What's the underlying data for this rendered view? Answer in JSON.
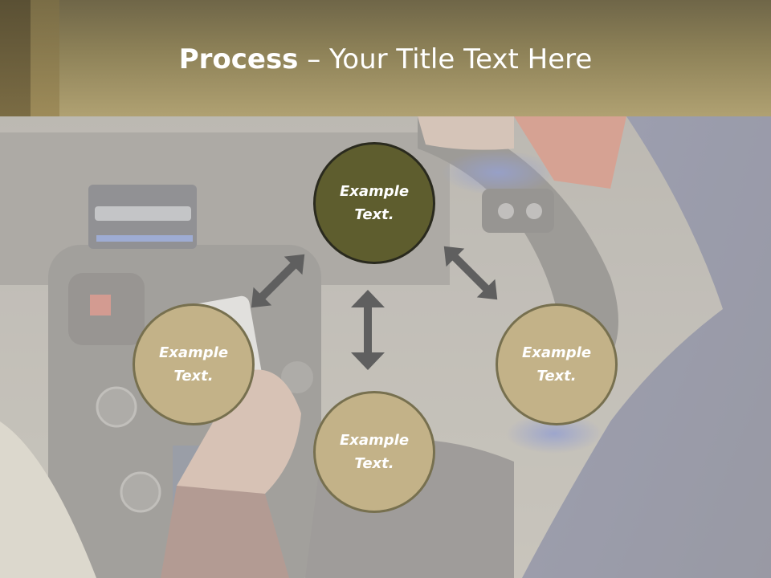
{
  "title": {
    "bold": "Process",
    "rest": " – Your Title Text Here"
  },
  "process": {
    "center": {
      "text": "Example Text."
    },
    "left": {
      "text": "Example Text."
    },
    "right": {
      "text": "Example Text."
    },
    "bottom": {
      "text": "Example Text."
    }
  },
  "colors": {
    "header": "#9c8e5e",
    "center_fill": "#5e5d2e",
    "node_fill": "#c3b288",
    "node_border": "#77704f",
    "arrow": "#5f5f5f"
  }
}
